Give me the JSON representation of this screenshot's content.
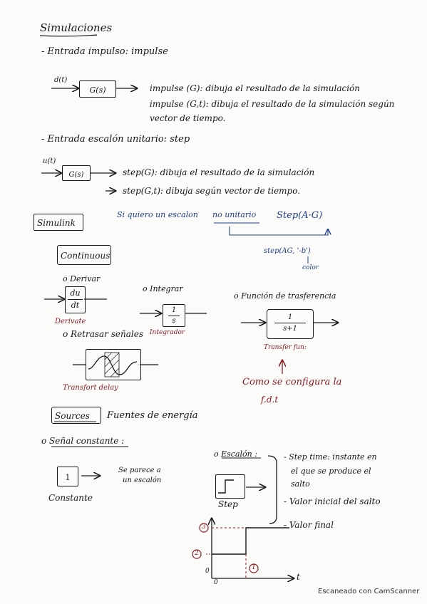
{
  "title": "Simulaciones",
  "impulse": {
    "heading": "- Entrada impulso: impulse",
    "input": "d(t)",
    "block": "G(s)",
    "line1": "impulse (G): dibuja el resultado de la simulación",
    "line2": "impulse (G,t): dibuja el resultado de la simulación según",
    "line3": "vector de tiempo."
  },
  "step": {
    "heading": "- Entrada escalón unitario: step",
    "input": "u(t)",
    "block": "G(s)",
    "line1": "step(G): dibuja el resultado de la simulación",
    "line2": "step(G,t): dibuja según vector de tiempo.",
    "note_a": "Si quiero un escalon",
    "note_b": "no unitario",
    "note_c": "Step(A·G)",
    "note_d": "step(AG, '-b')",
    "note_e": "color"
  },
  "simulink": {
    "label": "Simulink"
  },
  "continuous": {
    "label": "Continuous",
    "derivar": "o Derivar",
    "du": "du",
    "dt": "dt",
    "derivate": "Derivate",
    "integrar": "o Integrar",
    "one": "1",
    "s": "s",
    "integrador": "Integrador",
    "ft": "o Función de trasferencia",
    "ft_den": "s+1",
    "transfer": "Transfer fun:",
    "como": "Como se configura la",
    "fdt": "f.d.t",
    "retrasar": "o Retrasar señales",
    "delay": "Transfort delay"
  },
  "sources": {
    "label": "Sources",
    "fuentes": "Fuentes de energía",
    "constante_head": "o Señal constante :",
    "const_val": "1",
    "parece1": "Se parece a",
    "parece2": "un escalón",
    "constante": "Constante",
    "escalon_head": "o Escalón :",
    "step_label": "Step",
    "b1": "- Step time: instante en",
    "b2": "el que se produce el",
    "b3": "salto",
    "b4": "- Valor inicial del salto",
    "b5": "- Valor final",
    "m3": "3",
    "m2": "2",
    "m1": "1",
    "zero": "0",
    "t": "t"
  },
  "footer": "Escaneado con CamScanner"
}
